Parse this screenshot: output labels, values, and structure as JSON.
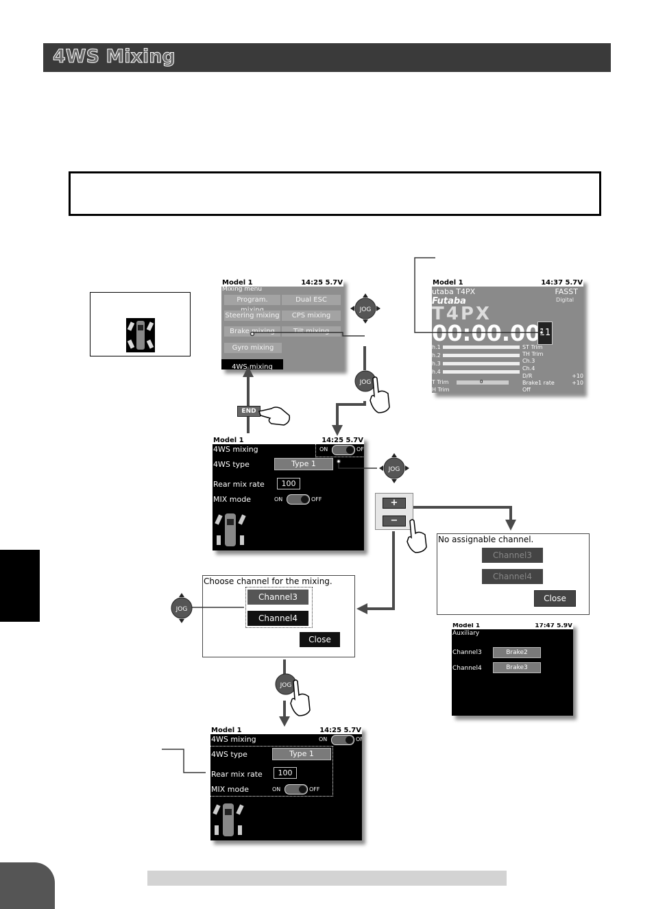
{
  "page": {
    "title": "4WS Mixing"
  },
  "mixing_menu": {
    "model": "Model 1",
    "time": "14:25 5.7V",
    "title": "Mixing menu",
    "items": [
      "Program. mixing",
      "Dual ESC",
      "Steering mixing",
      "CPS mixing",
      "Brake mixing",
      "Tilt mixing",
      "Gyro mixing",
      "4WS mixing"
    ]
  },
  "home_screen": {
    "model": "Model 1",
    "time": "14:37 5.7V",
    "brand_line": "utaba T4PX",
    "fasst": "FASST",
    "digital": "Digital",
    "logo": "Futaba",
    "big_logo": "T4PX",
    "timer": "00:00.00",
    "timer_badge": "11",
    "channels": [
      "h.1",
      "h.2",
      "h.3",
      "h.4"
    ],
    "right_labels": [
      "ST Trim",
      "TH Trim",
      "Ch.3",
      "Ch.4",
      "D/R",
      "Brake1 rate",
      "Off"
    ],
    "right_values": [
      "+10",
      "+10"
    ],
    "trims": [
      "T Trim",
      "H Trim"
    ],
    "trim_value": "0"
  },
  "ws_screen": {
    "model": "Model 1",
    "time": "14:25 5.7V",
    "mixing_label": "4WS mixing",
    "on": "ON",
    "off": "OFF",
    "type_label": "4WS type",
    "type_value": "Type 1",
    "rate_label": "Rear mix rate",
    "rate_value": "100",
    "mode_label": "MIX mode"
  },
  "ws_screen_final": {
    "model": "Model 1",
    "time": "14:25 5.7V",
    "mixing_label": "4WS mixing",
    "on": "ON",
    "off": "OF",
    "type_label": "4WS type",
    "type_value": "Type 1",
    "rate_label": "Rear mix rate",
    "rate_value": "100",
    "mode_label": "MIX mode",
    "mode_on": "ON",
    "mode_off": "OFF"
  },
  "no_channel_dialog": {
    "message": "No assignable channel.",
    "ch3": "Channel3",
    "ch4": "Channel4",
    "close": "Close"
  },
  "choose_dialog": {
    "message": "Choose channel for the mixing.",
    "ch3": "Channel3",
    "ch4": "Channel4",
    "close": "Close"
  },
  "aux_screen": {
    "model": "Model 1",
    "time": "17:47 5.9V",
    "title": "Auxiliary",
    "rows": [
      {
        "label": "Channel3",
        "value": "Brake2"
      },
      {
        "label": "Channel4",
        "value": "Brake3"
      }
    ]
  },
  "controls": {
    "jog": "JOG",
    "end": "END",
    "plus": "+",
    "minus": "−"
  },
  "colors": {
    "title_bar": "#3a3a3a",
    "screen_bg": "#000000",
    "button_gray": "#7a7a7a"
  }
}
